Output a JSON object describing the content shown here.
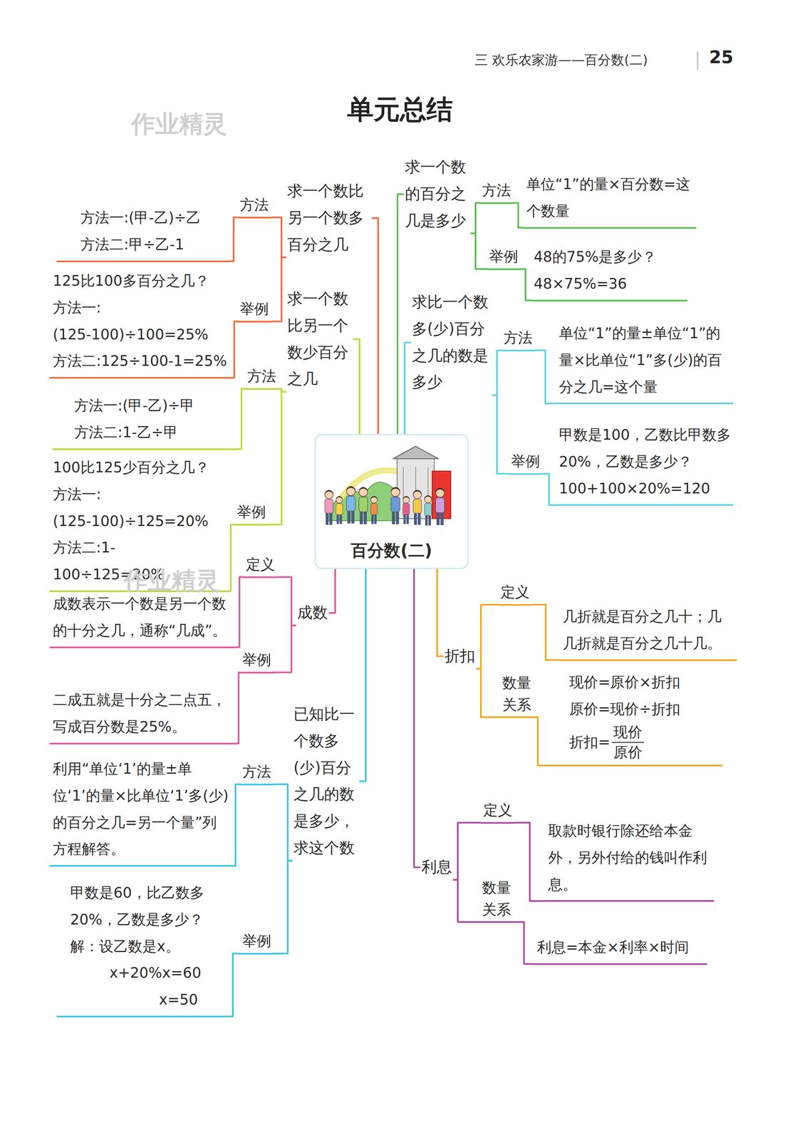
{
  "diagram": {
    "title": "单元总结",
    "nodes": [
      {
        "text": [
          "百分数(二)"
        ]
      },
      {
        "text": [
          "求一个数比另一个数多百分之几"
        ]
      },
      {
        "text": [
          "方法"
        ]
      },
      {
        "text": [
          "方法一:(甲-乙)÷乙",
          "方法二:甲÷乙-1"
        ]
      },
      {
        "text": [
          "举例"
        ]
      },
      {
        "text": [
          "125比100多百分之几？",
          "方法一:",
          "(125-100)÷100=25%",
          "方法二:125÷100-1=25%"
        ]
      },
      {
        "text": [
          "求一个数比另一个数少百分之几"
        ]
      },
      {
        "text": [
          "方法"
        ]
      },
      {
        "text": [
          "方法一:(甲-乙)÷甲",
          "方法二:1-乙÷甲"
        ]
      },
      {
        "text": [
          "举例"
        ]
      },
      {
        "text": [
          "100比125少百分之几？",
          "方法一:",
          "(125-100)÷125=20%",
          "方法二:1-100÷125=20%"
        ]
      },
      {
        "text": [
          "成数"
        ]
      },
      {
        "text": [
          "定义"
        ]
      },
      {
        "text": [
          "成数表示一个数是另一个数的十分之几，通称“几成”。"
        ]
      },
      {
        "text": [
          "举例"
        ]
      },
      {
        "text": [
          "二成五就是十分之二点五，写成百分数是25%。"
        ]
      },
      {
        "text": [
          "已知比一个数多(少)百分之几的数是多少，求这个数"
        ]
      },
      {
        "text": [
          "方法"
        ]
      },
      {
        "text": [
          "利用“单位‘1’的量±单位‘1’的量×比单位‘1’多(少)的百分之几=另一个量”列方程解答。"
        ]
      },
      {
        "text": [
          "举例"
        ]
      },
      {
        "text": [
          "甲数是60，比乙数多20%，乙数是多少？",
          "解：设乙数是x。",
          "x+20%x=60",
          "x=50"
        ]
      },
      {
        "text": [
          "求一个数的百分之几是多少"
        ]
      },
      {
        "text": [
          "方法"
        ]
      },
      {
        "text": [
          "单位“1”的量×百分数=这个数量"
        ]
      },
      {
        "text": [
          "举例"
        ]
      },
      {
        "text": [
          "48的75%是多少？",
          "48×75%=36"
        ]
      },
      {
        "text": [
          "求比一个数多(少)百分之几的数是多少"
        ]
      },
      {
        "text": [
          "方法"
        ]
      },
      {
        "text": [
          "单位“1”的量±单位“1”的量×比单位“1”多(少)的百分之几=这个量"
        ]
      },
      {
        "text": [
          "举例"
        ]
      },
      {
        "text": [
          "甲数是100，乙数比甲数多20%，乙数是多少？",
          "100+100×20%=120"
        ]
      },
      {
        "text": [
          "折扣"
        ]
      },
      {
        "text": [
          "定义"
        ]
      },
      {
        "text": [
          "几折就是百分之几十；几几折就是百分之几十几。"
        ]
      },
      {
        "text": [
          "数量关系"
        ]
      },
      {
        "text": [
          "现价=原价×折扣",
          "原价=现价÷折扣",
          "折扣=",
          "现价",
          "原价"
        ]
      },
      {
        "text": [
          "利息"
        ]
      },
      {
        "text": [
          "定义"
        ]
      },
      {
        "text": [
          "取款时银行除还给本金外，另外付给的钱叫作利息。"
        ]
      },
      {
        "text": [
          "数量关系"
        ]
      },
      {
        "text": [
          "利息=本金×利率×时间"
        ]
      }
    ],
    "edges": [
      {
        "from": 0,
        "to": 1,
        "arrow": "none"
      },
      {
        "from": 1,
        "to": 2,
        "arrow": "none"
      },
      {
        "from": 2,
        "to": 3,
        "arrow": "none"
      },
      {
        "from": 1,
        "to": 4,
        "arrow": "none"
      },
      {
        "from": 4,
        "to": 5,
        "arrow": "none"
      },
      {
        "from": 0,
        "to": 6,
        "arrow": "none"
      },
      {
        "from": 6,
        "to": 7,
        "arrow": "none"
      },
      {
        "from": 7,
        "to": 8,
        "arrow": "none"
      },
      {
        "from": 6,
        "to": 9,
        "arrow": "none"
      },
      {
        "from": 9,
        "to": 10,
        "arrow": "none"
      },
      {
        "from": 0,
        "to": 11,
        "arrow": "none"
      },
      {
        "from": 11,
        "to": 12,
        "arrow": "none"
      },
      {
        "from": 12,
        "to": 13,
        "arrow": "none"
      },
      {
        "from": 11,
        "to": 14,
        "arrow": "none"
      },
      {
        "from": 14,
        "to": 15,
        "arrow": "none"
      },
      {
        "from": 0,
        "to": 16,
        "arrow": "none"
      },
      {
        "from": 16,
        "to": 17,
        "arrow": "none"
      },
      {
        "from": 17,
        "to": 18,
        "arrow": "none"
      },
      {
        "from": 16,
        "to": 19,
        "arrow": "none"
      },
      {
        "from": 19,
        "to": 20,
        "arrow": "none"
      },
      {
        "from": 0,
        "to": 21,
        "arrow": "none"
      },
      {
        "from": 21,
        "to": 22,
        "arrow": "none"
      },
      {
        "from": 22,
        "to": 23,
        "arrow": "none"
      },
      {
        "from": 21,
        "to": 24,
        "arrow": "none"
      },
      {
        "from": 24,
        "to": 25,
        "arrow": "none"
      },
      {
        "from": 0,
        "to": 26,
        "arrow": "none"
      },
      {
        "from": 26,
        "to": 27,
        "arrow": "none"
      },
      {
        "from": 27,
        "to": 28,
        "arrow": "none"
      },
      {
        "from": 26,
        "to": 29,
        "arrow": "none"
      },
      {
        "from": 29,
        "to": 30,
        "arrow": "none"
      },
      {
        "from": 0,
        "to": 31,
        "arrow": "none"
      },
      {
        "from": 31,
        "to": 32,
        "arrow": "none"
      },
      {
        "from": 32,
        "to": 33,
        "arrow": "none"
      },
      {
        "from": 31,
        "to": 34,
        "arrow": "none"
      },
      {
        "from": 34,
        "to": 35,
        "arrow": "none"
      },
      {
        "from": 0,
        "to": 36,
        "arrow": "none"
      },
      {
        "from": 36,
        "to": 37,
        "arrow": "none"
      },
      {
        "from": 37,
        "to": 38,
        "arrow": "none"
      },
      {
        "from": 36,
        "to": 39,
        "arrow": "none"
      },
      {
        "from": 39,
        "to": 40,
        "arrow": "none"
      }
    ],
    "labels": [
      "三 欢乐农家游——百分数(二)",
      "25",
      "作业精灵",
      "作业精灵"
    ]
  }
}
